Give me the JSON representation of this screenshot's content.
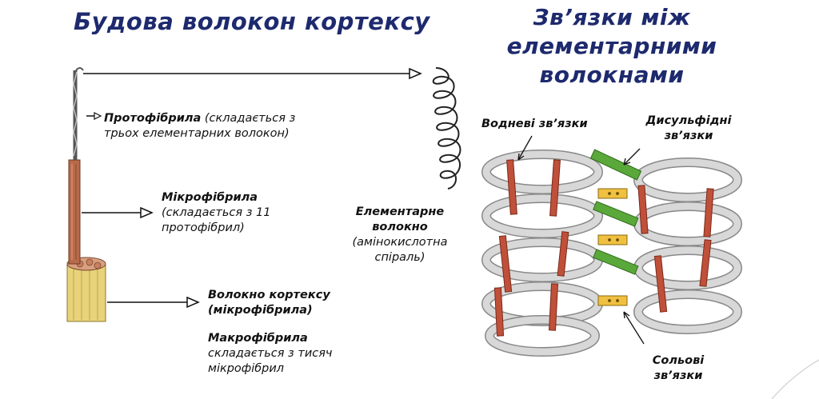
{
  "left_title": "Будова волокон кортексу",
  "right_title_lines": [
    "Зв’язки між",
    "елементарними",
    "волокнами"
  ],
  "labels": {
    "protofibril_name": "Протофібрила",
    "protofibril_desc_1": "(складається з",
    "protofibril_desc_2": "трьох елементарних волокон)",
    "microfibril_name": "Мікрофібрила",
    "microfibril_desc_1": "(складається з 11",
    "microfibril_desc_2": "протофібрил)",
    "cortex_fiber_1": "Волокно кортексу",
    "cortex_fiber_2": "(мікрофібрила)",
    "macrofibril_name": "Макрофібрила",
    "macrofibril_desc_1": "складається з тисяч",
    "macrofibril_desc_2": "мікрофібрил",
    "elementary_1": "Елементарне",
    "elementary_2": "волокно",
    "elementary_3": "(амінокислотна",
    "elementary_4": "спіраль)",
    "hydrogen_bonds": "Водневі зв’язки",
    "disulfide_1": "Дисульфідні",
    "disulfide_2": "зв’язки",
    "salt_1": "Сольові",
    "salt_2": "зв’язки"
  },
  "colors": {
    "title": "#1e2a6e",
    "helix_gray": "#c9c9c9",
    "hydrogen_red": "#c0503a",
    "disulfide_green": "#5aa83a",
    "salt_yellow": "#f0c040",
    "fiber_brown": "#b86a4a",
    "fiber_yellow": "#e8d27a"
  }
}
